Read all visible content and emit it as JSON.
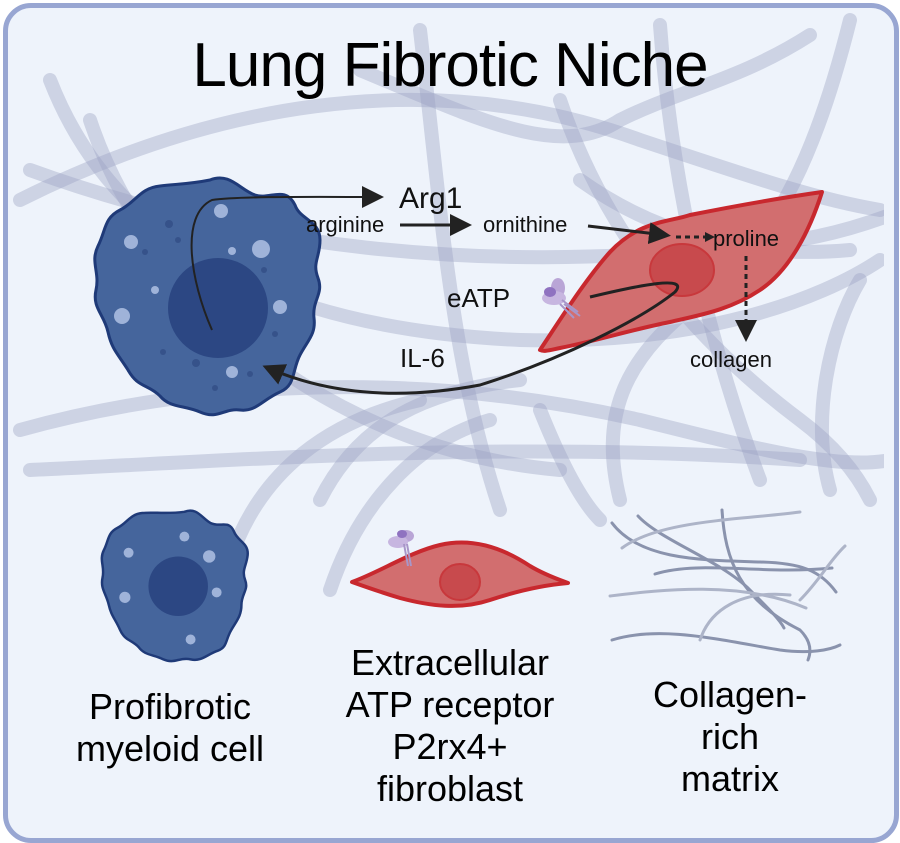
{
  "title": "Lung Fibrotic Niche",
  "colors": {
    "frame_border": "#98a6d2",
    "background": "#eef3fb",
    "collagen_fiber": "#9aa3c2",
    "myeloid_cell": "#45659c",
    "myeloid_nucleus": "#2c4783",
    "fibroblast_fill": "#d26e6f",
    "fibroblast_border": "#c8282e",
    "fibroblast_nucleus": "#c84a4d",
    "receptor": "#b9a5d6",
    "arrow": "#222222"
  },
  "pathway": {
    "enzyme": "Arg1",
    "substrate": "arginine",
    "product": "ornithine",
    "downstream": "proline",
    "end_product": "collagen",
    "signal_in": "eATP",
    "signal_out": "IL-6"
  },
  "legend": [
    {
      "icon": "myeloid-cell-icon",
      "label": "Profibrotic myeloid cell",
      "lines": [
        "Profibrotic",
        "myeloid cell"
      ]
    },
    {
      "icon": "fibroblast-icon",
      "label": "Extracellular ATP receptor P2rx4+ fibroblast",
      "lines": [
        "Extracellular",
        "ATP receptor",
        "P2rx4+",
        "fibroblast"
      ]
    },
    {
      "icon": "collagen-matrix-icon",
      "label": "Collagen-rich matrix",
      "lines": [
        "Collagen-",
        "rich",
        "matrix"
      ]
    }
  ]
}
